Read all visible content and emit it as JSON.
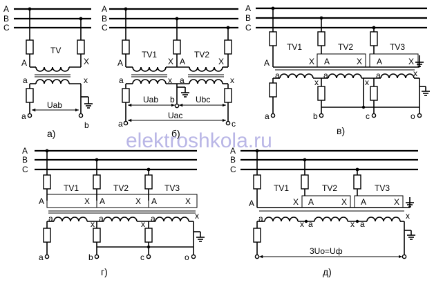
{
  "watermark": "elektroshkola.ru",
  "diagrams": {
    "a": {
      "caption": "а)",
      "bus_labels": [
        "A",
        "B",
        "C"
      ],
      "transformer": "TV",
      "primary_terminals": [
        "A",
        "X"
      ],
      "secondary_terminals": [
        "a",
        "x"
      ],
      "outputs": [
        "a",
        "b"
      ],
      "measure": "Uab"
    },
    "b": {
      "caption": "б)",
      "bus_labels": [
        "A",
        "B",
        "C"
      ],
      "transformers": [
        "TV1",
        "TV2"
      ],
      "primary_terminals": [
        "A",
        "X",
        "A",
        "X"
      ],
      "secondary_terminals": [
        "a",
        "x",
        "a",
        "x"
      ],
      "outputs": [
        "a",
        "b",
        "c"
      ],
      "measures": [
        "Uab",
        "Ubc",
        "Uac"
      ]
    },
    "v": {
      "caption": "в)",
      "bus_labels": [
        "A",
        "B",
        "C"
      ],
      "transformers": [
        "TV1",
        "TV2",
        "TV3"
      ],
      "primary_terminals": [
        "A",
        "X",
        "A",
        "X",
        "A",
        "X"
      ],
      "secondary_terminals": [
        "a",
        "x",
        "a",
        "x",
        "a",
        "x"
      ],
      "outputs": [
        "a",
        "b",
        "c",
        "o"
      ]
    },
    "g": {
      "caption": "г)",
      "bus_labels": [
        "A",
        "B",
        "C"
      ],
      "transformers": [
        "TV1",
        "TV2",
        "TV3"
      ],
      "primary_terminals": [
        "A",
        "X",
        "A",
        "X",
        "A",
        "X"
      ],
      "secondary_terminals": [
        "a",
        "x",
        "a",
        "x",
        "a",
        "x"
      ],
      "outputs": [
        "a",
        "b",
        "c",
        "o"
      ]
    },
    "d": {
      "caption": "д)",
      "bus_labels": [
        "A",
        "B",
        "C"
      ],
      "transformers": [
        "TV1",
        "TV2",
        "TV3"
      ],
      "primary_terminals": [
        "A",
        "X",
        "A",
        "X",
        "A",
        "X"
      ],
      "secondary_terminals": [
        "a",
        "x",
        "a",
        "x",
        "a",
        "x"
      ],
      "measure": "3Uo=Uф"
    }
  }
}
